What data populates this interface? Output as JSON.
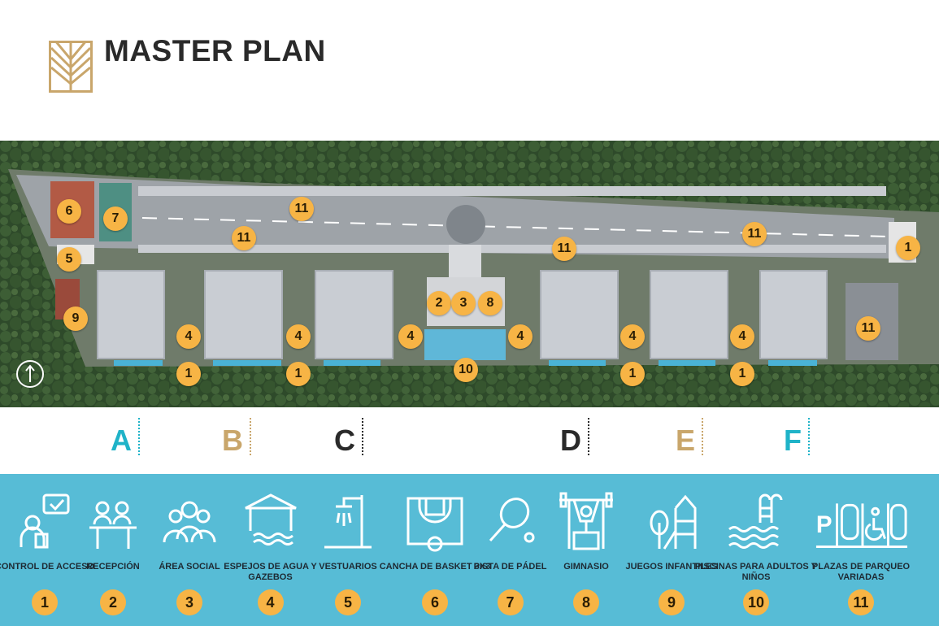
{
  "header": {
    "title": "MASTER PLAN"
  },
  "buildings": [
    {
      "letter": "A",
      "color": "#1fb3c8"
    },
    {
      "letter": "B",
      "color": "#c9a66b"
    },
    {
      "letter": "C",
      "color": "#2a2a2a"
    },
    {
      "letter": "D",
      "color": "#2a2a2a"
    },
    {
      "letter": "E",
      "color": "#c9a66b"
    },
    {
      "letter": "F",
      "color": "#1fb3c8"
    }
  ],
  "markers": [
    "6",
    "7",
    "11",
    "11",
    "11",
    "11",
    "1",
    "5",
    "9",
    "4",
    "4",
    "4",
    "4",
    "4",
    "4",
    "1",
    "1",
    "1",
    "1",
    "2",
    "3",
    "8",
    "10",
    "11"
  ],
  "legend": [
    {
      "label": "CONTROL DE ACCESO",
      "number": "1"
    },
    {
      "label": "RECEPCIÓN",
      "number": "2"
    },
    {
      "label": "ÁREA SOCIAL",
      "number": "3"
    },
    {
      "label": "ESPEJOS DE AGUA Y GAZEBOS",
      "number": "4"
    },
    {
      "label": "VESTUARIOS",
      "number": "5"
    },
    {
      "label": "CANCHA DE BASKET 3X3",
      "number": "6"
    },
    {
      "label": "PISTA DE PÁDEL",
      "number": "7"
    },
    {
      "label": "GIMNASIO",
      "number": "8"
    },
    {
      "label": "JUEGOS INFANTILES",
      "number": "9"
    },
    {
      "label": "PISCINAS PARA ADULTOS Y NIÑOS",
      "number": "10"
    },
    {
      "label": "PLAZAS DE PARQUEO VARIADAS",
      "number": "11"
    }
  ],
  "icons": [
    "access-control-icon",
    "reception-icon",
    "social-area-icon",
    "gazebo-icon",
    "shower-icon",
    "basketball-court-icon",
    "padel-icon",
    "gym-icon",
    "playground-icon",
    "pool-icon",
    "parking-icon"
  ]
}
